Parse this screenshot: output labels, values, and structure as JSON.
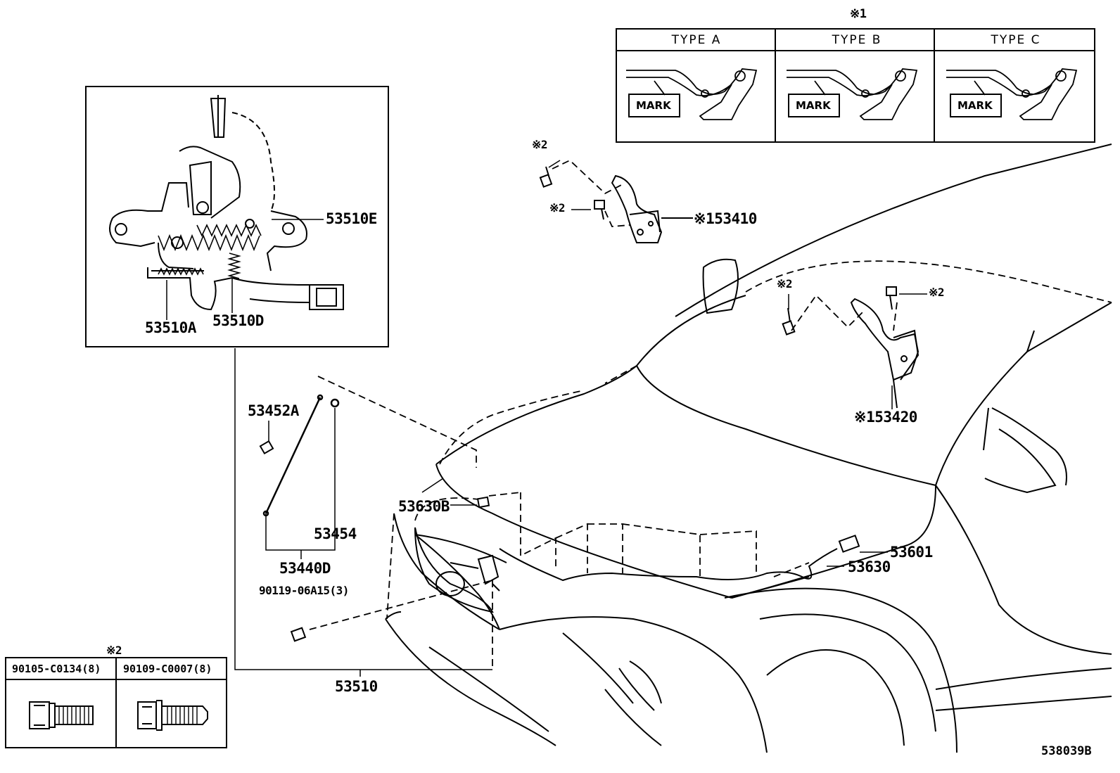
{
  "diagram": {
    "illustration_code": "538039B",
    "note_symbols": {
      "note1": "※1",
      "note2": "※2"
    },
    "type_table": {
      "header_note": "※1",
      "columns": [
        {
          "title": "TYPE  A",
          "mark_label": "MARK"
        },
        {
          "title": "TYPE  B",
          "mark_label": "MARK"
        },
        {
          "title": "TYPE  C",
          "mark_label": "MARK"
        }
      ]
    },
    "bolt_table": {
      "header_note": "※2",
      "columns": [
        {
          "part": "90105-C0134(8)"
        },
        {
          "part": "90109-C0007(8)"
        }
      ]
    },
    "parts": {
      "p53510E": "53510E",
      "p53510A": "53510A",
      "p53510D": "53510D",
      "p53410": "※153410",
      "p53420": "※153420",
      "p53452A": "53452A",
      "p53454": "53454",
      "p53440D": "53440D",
      "p90119": "90119-06A15(3)",
      "p53630B": "53630B",
      "p53601": "53601",
      "p53630": "53630",
      "p53510": "53510",
      "note_2a": "※2",
      "note_2b": "※2",
      "note_2c": "※2",
      "note_2d": "※2"
    }
  }
}
